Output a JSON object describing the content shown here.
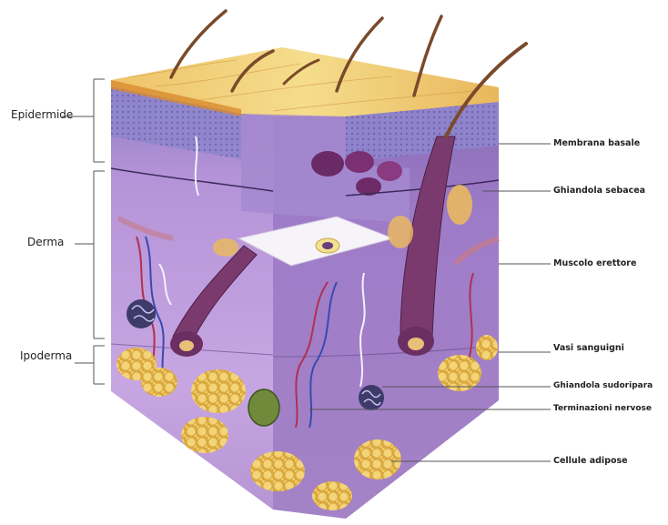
{
  "labels": {
    "left": {
      "epidermide": "Epidermide",
      "derma": "Derma",
      "ipoderma": "Ipoderma"
    },
    "right": {
      "membrana_basale": "Membrana basale",
      "ghiandola_sebacea": "Ghiandola sebacea",
      "muscolo_erettore": "Muscolo erettore",
      "vasi_sanguigni": "Vasi sanguigni",
      "ghiandola_sudoripara": "Ghiandola sudoripara",
      "terminazioni_nervose": "Terminazioni nervose",
      "cellule_adipose": "Cellule adipose"
    }
  },
  "colors": {
    "skin_surface": "#f2d77f",
    "epidermis": "#9a83c8",
    "dermis": "#b48ad4",
    "hypodermis": "#a882c9",
    "fat": "#e8c25a",
    "hair": "#7a4a2a",
    "cut_face": "#f6f3f9"
  }
}
